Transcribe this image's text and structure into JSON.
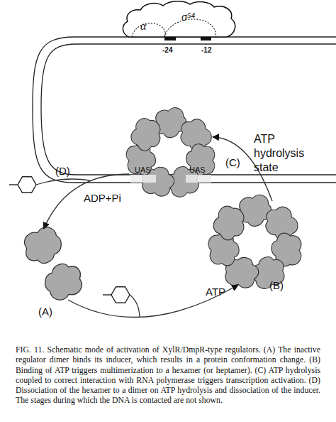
{
  "diagram": {
    "caption": "FIG. 11. Schematic mode of activation of XylR/DmpR-type regulators. (A) The inactive regulator dimer binds its inducer, which results in a protein conformation change. (B) Binding of ATP triggers multimerization to a hexamer (or heptamer). (C) ATP hydrolysis coupled to correct interaction with RNA polymerase triggers transcription activation. (D) Dissociation of the hexamer to a dimer on ATP hydrolysis and dissociation of the inducer. The stages during which the DNA is contacted are not shown.",
    "nodes": [
      {
        "text": [
          "α",
          "σ⁵⁴"
        ]
      },
      {
        "text": [
          "UAS",
          "UAS"
        ]
      },
      {
        "text": [
          "(A)"
        ]
      },
      {
        "text": [
          "(B)"
        ]
      }
    ],
    "edges": [
      {
        "from": 2,
        "to": 3,
        "label": "ATP",
        "arrow": "to"
      },
      {
        "from": 3,
        "to": 1,
        "label": "ATP hydrolysis state",
        "arrow": "to"
      },
      {
        "from": 1,
        "to": 2,
        "label": "ADP+Pi",
        "arrow": "to"
      }
    ],
    "labels": [
      "-24",
      "-12",
      "(D)",
      "(C)"
    ]
  }
}
